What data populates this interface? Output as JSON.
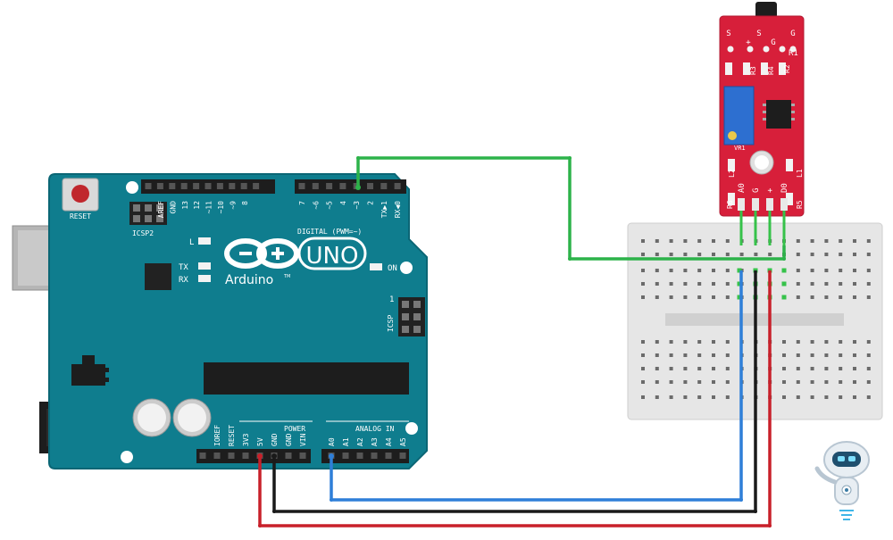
{
  "arduino": {
    "reset_label": "RESET",
    "icsp2_label": "ICSP2",
    "icsp_label": "ICSP",
    "icsp_pin1": "1",
    "led_l": "L",
    "led_tx": "TX",
    "led_rx": "RX",
    "led_on": "ON",
    "logo_uno": "UNO",
    "logo_brand": "Arduino",
    "logo_tm": "TM",
    "digital_label": "DIGITAL (PWM=~)",
    "power_label": "POWER",
    "analog_label": "ANALOG IN",
    "digital_pins": [
      "AREF",
      "GND",
      "13",
      "12",
      "~11",
      "~10",
      "~9",
      "8",
      "7",
      "~6",
      "~5",
      "4",
      "~3",
      "2",
      "TX▶1",
      "RX◀0"
    ],
    "power_pins": [
      "IOREF",
      "RESET",
      "3V3",
      "5V",
      "GND",
      "GND",
      "VIN"
    ],
    "analog_pins": [
      "A0",
      "A1",
      "A2",
      "A3",
      "A4",
      "A5"
    ]
  },
  "sensor": {
    "top_labels": [
      "S",
      "+",
      "S",
      "G",
      "G"
    ],
    "resistor_labels": [
      "R1",
      "R2",
      "R3",
      "R4",
      "R5",
      "R6"
    ],
    "led_labels": [
      "L1",
      "L2"
    ],
    "trimmer_label": "VR1",
    "pin_labels": [
      "A0",
      "G",
      "+",
      "D0"
    ]
  },
  "wires": {
    "colors": {
      "green": "#2db34a",
      "blue": "#2f7fd8",
      "black": "#1a1a1a",
      "red": "#c8202a"
    }
  },
  "colors": {
    "board": "#0f7d8e",
    "board_edge": "#0b6675",
    "sensor_pcb": "#d71f3a",
    "breadboard": "#e6e6e6"
  }
}
